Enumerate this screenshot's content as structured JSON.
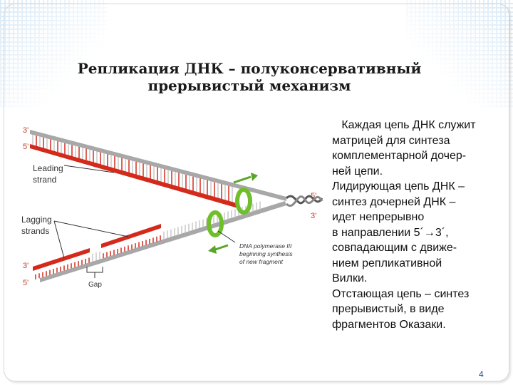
{
  "slide": {
    "title_lines": [
      "Репликация ДНК – полуконсервативный",
      "прерывистый механизм"
    ],
    "body_lines": [
      "   Каждая цепь ДНК служит",
      "матрицей для синтеза",
      "комплементарной дочер-",
      "ней цепи.",
      "Лидирующая цепь ДНК –",
      "синтез дочерней ДНК –",
      "идет непрерывно",
      "в направлении 5´→3´,",
      "совпадающим с движе-",
      "нием репликативной",
      "Вилки.",
      "Отстающая цепь – синтез",
      "прерывистый, в виде",
      "фрагментов Оказаки."
    ],
    "page_number": "4"
  },
  "figure": {
    "labels": {
      "top_3prime": "3'",
      "top_5prime": "5'",
      "leading": "Leading",
      "leading2": "strand",
      "lagging": "Lagging",
      "lagging2": "strands",
      "bottom_3prime": "3'",
      "bottom_5prime": "5'",
      "right_5prime": "5'",
      "right_3prime": "3'",
      "gap": "Gap",
      "polymerase_line1": "DNA polymerase III",
      "polymerase_line2": "beginning synthesis",
      "polymerase_line3": "of new fragment"
    },
    "colors": {
      "new_strand": "#d42a1c",
      "template_strand": "#a8a8a8",
      "rung": "#c8c8c8",
      "polymerase": "#6fbf2a",
      "arrow": "#5aa52a",
      "label_red": "#c0392b",
      "helix": "#555555"
    }
  }
}
